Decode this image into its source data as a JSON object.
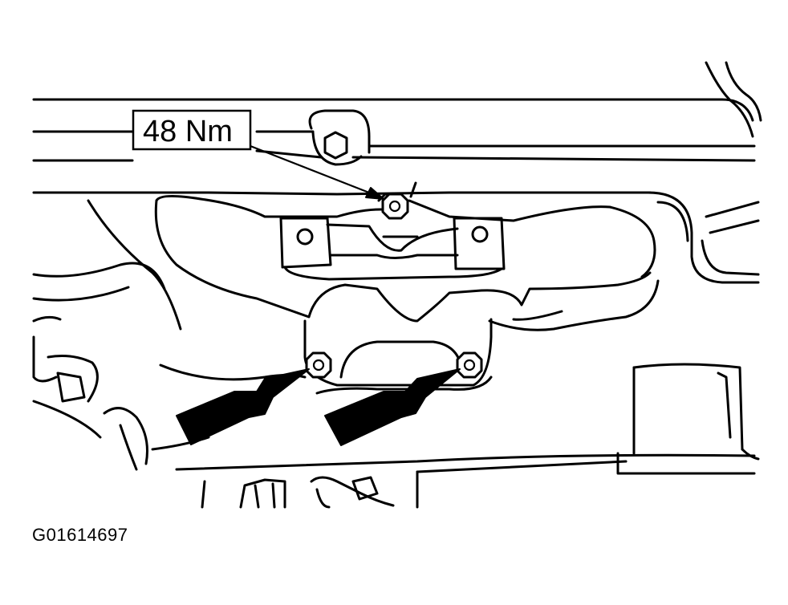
{
  "figure": {
    "id": "G01614697"
  },
  "callouts": [
    {
      "label": "48 Nm",
      "target": "upper-nut"
    }
  ],
  "fasteners": [
    {
      "name": "upper-nut",
      "torque": "48 Nm"
    },
    {
      "name": "lower-left-nut",
      "highlighted": true
    },
    {
      "name": "lower-right-nut",
      "highlighted": true
    }
  ],
  "colors": {
    "line": "#000000",
    "background": "#ffffff",
    "arrow": "#000000"
  }
}
